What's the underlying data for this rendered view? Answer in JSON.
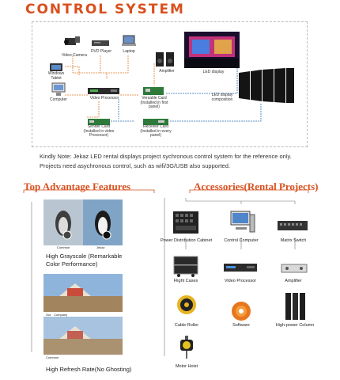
{
  "title": "CONTROL SYSTEM",
  "diagram": {
    "nodes": {
      "video_camera": "Video Camera",
      "dvd_player": "DVD Player",
      "laptop": "Laptop",
      "windows_tablet": "Windows\nTablet",
      "amplifier": "Amplifier",
      "led_display": "LED display",
      "computer": "Computer",
      "video_processor": "Video Processor",
      "versatile_card": "Versatile Card\n(Installed in first\npanel)",
      "led_display_composition": "LED display\ncomposition",
      "sender_card": "Sender Card\n(Installed in video\nProcessor)",
      "receiver_card": "Receiver Card\n(Installed in every\npanel)"
    },
    "note": "Kindly Note: Jekaz LED rental displays project sychronous control system for the reference only. Projects need  asychronous control, such as wifi/3G/USB  also supported."
  },
  "features": {
    "title": "Top Advantage Features",
    "items": [
      {
        "caption": "High Grayscale (Remarkable\nColor Performance)",
        "sub_labels": [
          "Common",
          "Jekaz"
        ]
      },
      {
        "caption": "High Refresh Rate(No Ghosting)",
        "sub_labels": [
          "Our   Company",
          "Common"
        ]
      }
    ]
  },
  "accessories": {
    "title": "Accessories(Rental Projects)",
    "items": [
      "Power Distribution Cabinet",
      "Control Computer",
      "Matrix Switch",
      "Flight Cases",
      "Video Processor",
      "Amplifier",
      "Cable Roller",
      "Software",
      "High-power Column",
      "Motor Hoist"
    ]
  },
  "colors": {
    "accent": "#d8501e",
    "wire_blue": "#2a6fb5",
    "wire_orange": "#e07b2a"
  }
}
